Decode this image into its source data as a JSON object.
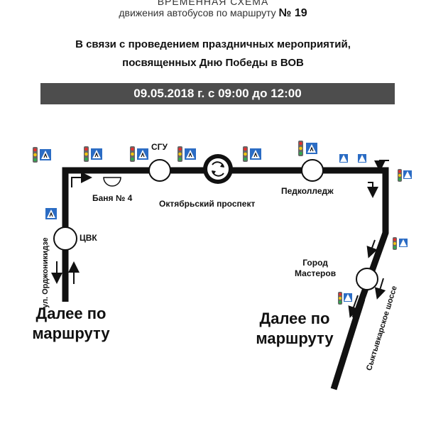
{
  "header": {
    "title": "ВРЕМЕННАЯ  СХЕМА",
    "subtitle_prefix": "движения автобусов по маршруту",
    "route_number": "№ 19"
  },
  "notice": {
    "line1": "В связи с проведением праздничных мероприятий,",
    "line2": "посвященных Дню Победы в ВОВ"
  },
  "date_bar": "09.05.2018 г. с 09:00 до 12:00",
  "stops": {
    "sgu": "СГУ",
    "banya": "Баня № 4",
    "oktyabrsky": "Октябрьский проспект",
    "pedkolledzh": "Педколледж",
    "tsvk": "ЦВК",
    "gorod_masterov": "Город\nМастеров"
  },
  "streets": {
    "ordzhonikidze": "ул. Орджоникидзе",
    "syktyvkar_shosse": "Сыктывкарское шоссе"
  },
  "further_left": "Далее по\nмаршруту",
  "further_right": "Далее по\nмаршруту",
  "colors": {
    "route": "#111111",
    "date_bar_bg": "#4d4d4d",
    "sign_blue": "#2b6cc4",
    "light_red": "#e03030",
    "light_yellow": "#f2c40f",
    "light_green": "#2fa84f"
  },
  "icons": [
    "traffic-light-icon",
    "pedestrian-crossing-icon",
    "roundabout-icon"
  ]
}
